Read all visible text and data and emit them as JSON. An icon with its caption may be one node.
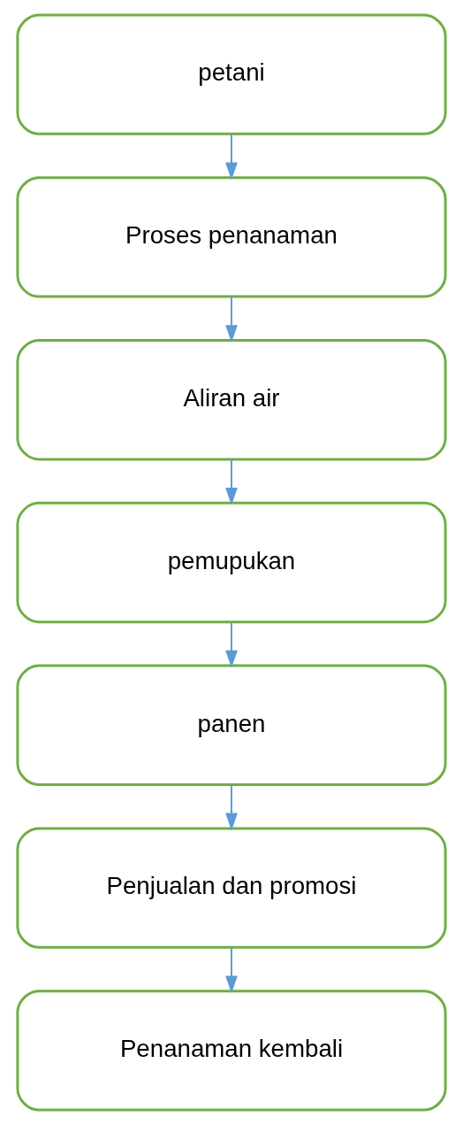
{
  "diagram": {
    "nodes": [
      {
        "text": [
          "petani"
        ]
      },
      {
        "text": [
          "Proses penanaman"
        ]
      },
      {
        "text": [
          "Aliran air"
        ]
      },
      {
        "text": [
          "pemupukan"
        ]
      },
      {
        "text": [
          "panen"
        ]
      },
      {
        "text": [
          "Penjualan dan promosi"
        ]
      },
      {
        "text": [
          "Penanaman kembali"
        ]
      }
    ],
    "edges": [
      {
        "from": 0,
        "to": 1,
        "arrow": "to"
      },
      {
        "from": 1,
        "to": 2,
        "arrow": "to"
      },
      {
        "from": 2,
        "to": 3,
        "arrow": "to"
      },
      {
        "from": 3,
        "to": 4,
        "arrow": "to"
      },
      {
        "from": 4,
        "to": 5,
        "arrow": "to"
      },
      {
        "from": 5,
        "to": 6,
        "arrow": "to"
      }
    ]
  }
}
